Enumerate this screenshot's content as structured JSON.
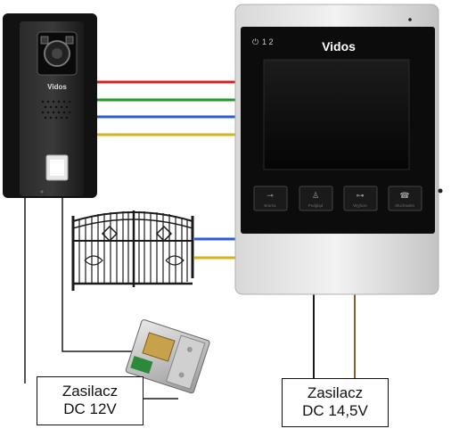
{
  "outdoor_panel": {
    "brand": "Vidos"
  },
  "monitor": {
    "brand": "Vidos",
    "indicator": "1 2",
    "buttons": [
      {
        "label": "Brama",
        "icon": "key-icon"
      },
      {
        "label": "Podgląd",
        "icon": "person-icon"
      },
      {
        "label": "Wyjście",
        "icon": "key-icon"
      },
      {
        "label": "Słuchawka",
        "icon": "handset-icon"
      }
    ]
  },
  "power_supplies": [
    {
      "line1": "Zasilacz",
      "line2": "DC 12V"
    },
    {
      "line1": "Zasilacz",
      "line2": "DC 14,5V"
    }
  ],
  "wire_colors": {
    "red": "#d42020",
    "green": "#1f9a2a",
    "blue": "#2a5fcf",
    "yellow": "#d6b21a",
    "brown": "#8a5a2b",
    "black": "#1a1a1a"
  }
}
